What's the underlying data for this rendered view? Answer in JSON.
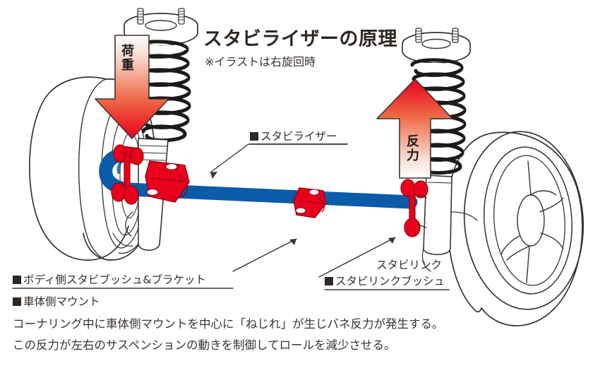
{
  "header": {
    "title": "スタビライザーの原理",
    "subtitle": "※イラストは右旋回時"
  },
  "arrows": {
    "load": {
      "label": "荷重",
      "direction": "down",
      "color": "#e8001c"
    },
    "reaction": {
      "label": "反力",
      "direction": "up",
      "color": "#e8001c"
    }
  },
  "callouts": {
    "stabilizer": "スタビライザー",
    "body_side_bush": "ボディ側スタビブッシュ&ブラケット",
    "body_mount": "車体側マウント",
    "stabi_link": "スタビリンク",
    "stabi_link_bush": "スタビリンクブッシュ"
  },
  "description": {
    "line1": "コーナリング中に車体側マウントを中心に「ねじれ」が生じバネ反力が発生する。",
    "line2": "この反力が左右のサスペンションの動きを制御してロールを減少させる。"
  },
  "colors": {
    "stabilizer_bar": "#0b5ba8",
    "bracket_red": "#e8001c",
    "arrow_red": "#e8001c",
    "outline": "#3a3330",
    "text": "#3a3330",
    "background": "#ffffff"
  },
  "parts": {
    "left_wheel": "tire-outline-left",
    "right_wheel": "wheel-rim-right",
    "left_strut": "coil-spring-strut-left",
    "right_strut": "coil-spring-strut-right",
    "bar": "stabilizer-bar",
    "brackets": [
      "bush-bracket-left",
      "bush-bracket-center",
      "bush-bracket-right"
    ],
    "link": "stabilizer-link-right"
  }
}
